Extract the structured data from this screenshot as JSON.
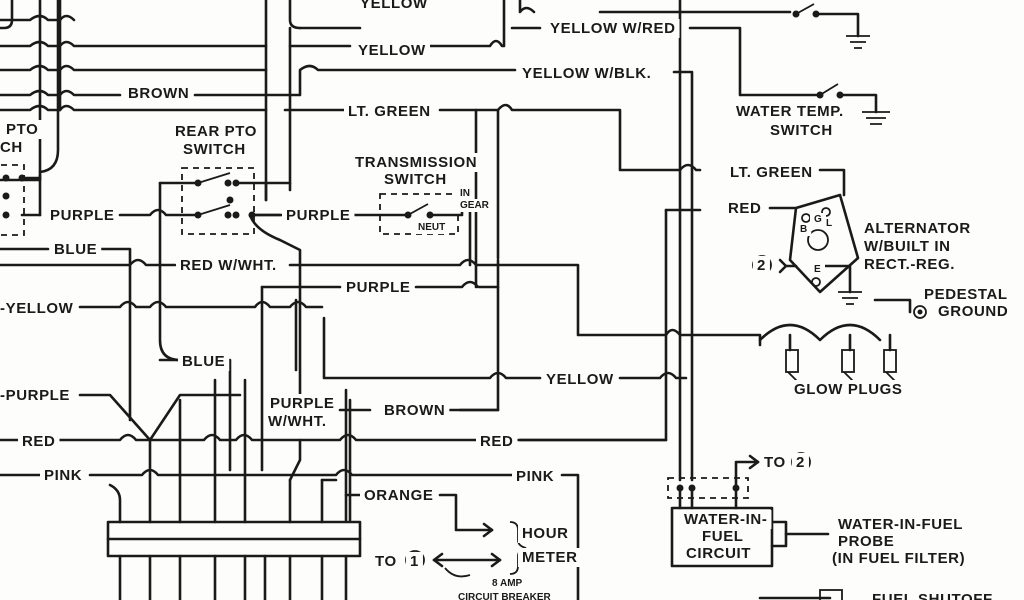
{
  "labels": {
    "yellow_top": "YELLOW",
    "yellow_wred": "YELLOW W/RED",
    "yellow2": "YELLOW",
    "yellow_wblk": "YELLOW W/BLK.",
    "brown_top": "BROWN",
    "lt_green_top": "LT. GREEN",
    "pto_frag": "PTO",
    "ch_frag": "CH",
    "rear_pto_1": "REAR PTO",
    "rear_pto_2": "SWITCH",
    "trans_1": "TRANSMISSION",
    "trans_2": "SWITCH",
    "in_gear_1": "IN",
    "in_gear_2": "GEAR",
    "neut": "NEUT",
    "purple_left": "PURPLE",
    "purple_mid": "PURPLE",
    "blue_left": "BLUE",
    "red_wwht": "RED W/WHT.",
    "purple_center": "PURPLE",
    "yellow_left": "-YELLOW",
    "blue_mid": "BLUE",
    "purple_wwht_1": "PURPLE",
    "purple_wwht_2": "W/WHT.",
    "purple_left2": "-PURPLE",
    "yellow_mid": "YELLOW",
    "brown_mid": "BROWN",
    "red_left": "RED",
    "red_mid": "RED",
    "pink_left": "PINK",
    "pink_mid": "PINK",
    "orange": "ORANGE",
    "hour_1": "HOUR",
    "hour_2": "METER",
    "to1_text": "TO",
    "to1_num": "1",
    "breaker_1": "8 AMP",
    "breaker_2": "CIRCUIT BREAKER",
    "water_temp_1": "WATER TEMP.",
    "water_temp_2": "SWITCH",
    "lt_green_right": "LT. GREEN",
    "red_right": "RED",
    "alt_1": "ALTERNATOR",
    "alt_2": "W/BUILT IN",
    "alt_3": "RECT.-REG.",
    "alt_b": "B",
    "alt_g": "G",
    "alt_l": "L",
    "alt_e": "E",
    "to2_num": "2",
    "pedestal_1": "PEDESTAL",
    "pedestal_2": "GROUND",
    "glow_plugs": "GLOW PLUGS",
    "to2b_text": "TO",
    "to2b_num": "2",
    "wif_1": "WATER-IN-",
    "wif_2": "FUEL",
    "wif_3": "CIRCUIT",
    "probe_1": "WATER-IN-FUEL",
    "probe_2": "PROBE",
    "probe_3": "(IN FUEL FILTER)",
    "fuel_shutoff": "FUEL SHUTOFF"
  }
}
